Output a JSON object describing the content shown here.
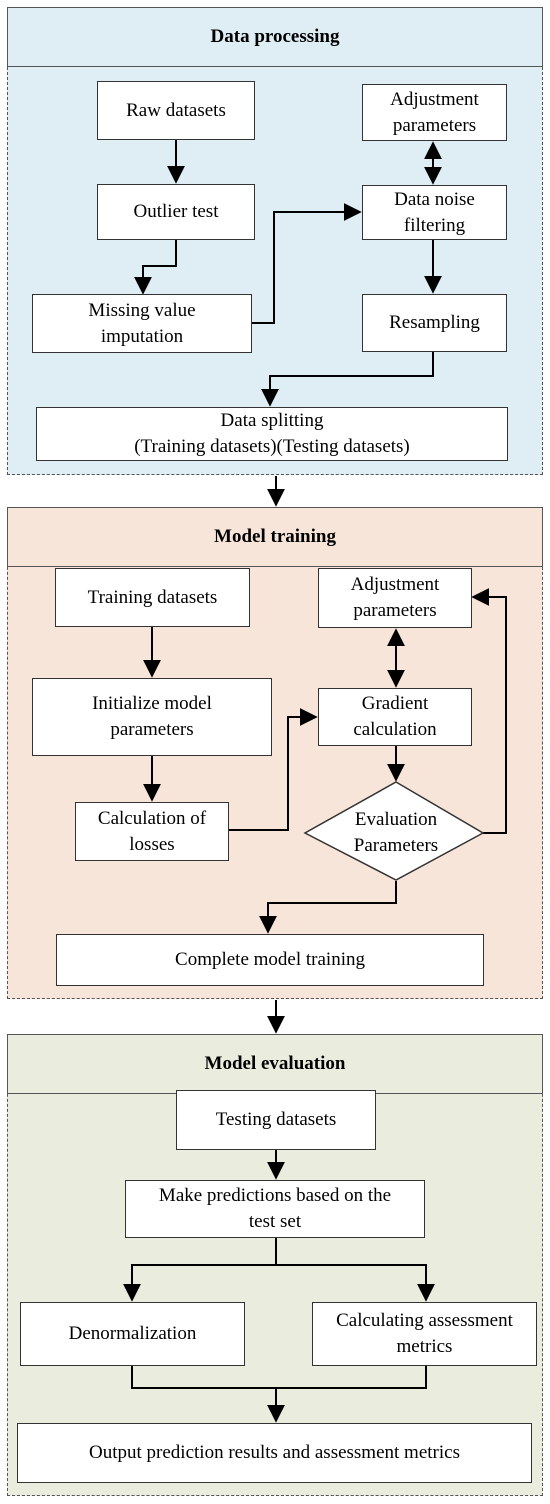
{
  "sections": {
    "processing": {
      "title": "Data processing",
      "bg": "#deeef4"
    },
    "training": {
      "title": "Model training",
      "bg": "#f8e5d9"
    },
    "evaluation": {
      "title": "Model evaluation",
      "bg": "#eaeddd"
    }
  },
  "processing": {
    "raw_datasets": "Raw datasets",
    "outlier_test": "Outlier test",
    "missing_value": "Missing value\nimputation",
    "adjustment_params": "Adjustment\nparameters",
    "noise_filtering": "Data noise\nfiltering",
    "resampling": "Resampling",
    "data_splitting": "Data splitting\n(Training datasets)(Testing datasets)"
  },
  "training": {
    "training_datasets": "Training datasets",
    "init_params": "Initialize model\nparameters",
    "losses": "Calculation of\nlosses",
    "adjustment_params": "Adjustment\nparameters",
    "gradient": "Gradient\ncalculation",
    "evaluation_params": "Evaluation\nParameters",
    "complete": "Complete model training"
  },
  "evaluation": {
    "testing_datasets": "Testing datasets",
    "predictions": "Make predictions based on the\ntest set",
    "denormalization": "Denormalization",
    "assessment": "Calculating assessment\nmetrics",
    "output": "Output prediction results and assessment metrics"
  }
}
